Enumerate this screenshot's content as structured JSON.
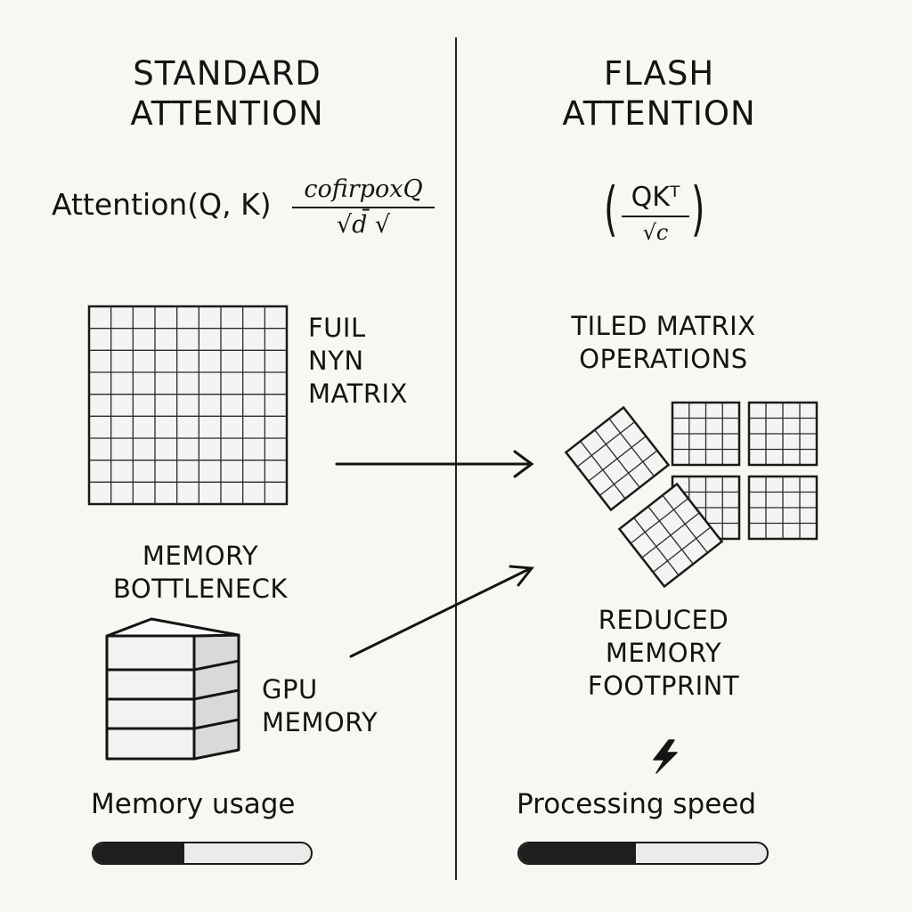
{
  "standard": {
    "heading": "STANDARD\nATTENTION",
    "formula_lhs": "Attention(Q, K)",
    "formula_numerator": "cofirpoxQ",
    "formula_denominator": "√d̄ √",
    "matrix_label": "FUIL\nNYN\nMATRIX",
    "bottleneck_label": "MEMORY\nBOTTLENECK",
    "gpu_label": "GPU\nMEMORY",
    "metric_label": "Memory usage",
    "metric_value": 0.42
  },
  "flash": {
    "heading": "FLASH\nATTENTION",
    "formula_numerator": "QKᵀ",
    "formula_denominator": "√c",
    "tiled_label": "TILED MATRIX\nOPERATIONS",
    "reduced_label": "REDUCED\nMEMORY\nFOOTPRINT",
    "speed_icon": "lightning-icon",
    "metric_label": "Processing speed",
    "metric_value": 0.47
  },
  "colors": {
    "background": "#f9f7f2",
    "ink": "#141414",
    "bar_fill": "#1e1e1e",
    "bar_empty": "#ebebeb"
  }
}
